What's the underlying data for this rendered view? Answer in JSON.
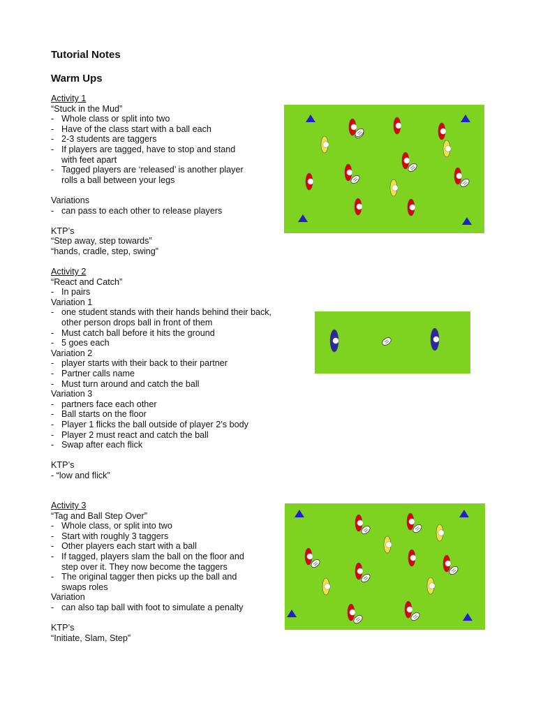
{
  "doc_title": "Tutorial Notes",
  "section_title": "Warm Ups",
  "activity1": {
    "heading": "Activity 1",
    "name": "“Stuck in the Mud”",
    "bullets": [
      "Whole class or split into two",
      "Have of the class start with a ball each",
      "2-3 students are taggers",
      "If players are tagged, have to stop and stand",
      "with feet apart",
      "Tagged players are ‘released’ is another player",
      "rolls a ball between your legs"
    ],
    "variations_heading": "Variations",
    "variations": [
      "can pass to each other to release players"
    ],
    "ktp_heading": "KTP’s",
    "ktps": [
      "“Step away, step towards”",
      "“hands, cradle, step, swing”"
    ]
  },
  "activity2": {
    "heading": "Activity 2",
    "name": "“React and Catch”",
    "intro": "In pairs",
    "v1_heading": "Variation 1",
    "v1": [
      "one student stands with their hands behind their back,",
      "other person drops ball in front of them",
      "Must catch ball before it hits the ground",
      "5 goes each"
    ],
    "v2_heading": "Variation 2",
    "v2": [
      "player starts with their back to their partner",
      "Partner calls name",
      "Must turn around and catch the ball"
    ],
    "v3_heading": "Variation 3",
    "v3": [
      "partners face each other",
      "Ball starts on the floor",
      "Player 1 flicks the ball outside of player 2’s body",
      "Player 2 must react and catch the ball",
      "Swap after each flick"
    ],
    "ktp_heading": "KTP’s",
    "ktp": "- “low and flick”"
  },
  "activity3": {
    "heading": "Activity 3",
    "name": "“Tag and Ball Step Over”",
    "bullets": [
      "Whole class, or split into two",
      "Start with roughly 3 taggers",
      "Other players each start with a ball",
      "If tagged, players slam the ball on the floor and",
      "step over it. They now become the taggers",
      "The original tagger then picks up the ball and",
      "swaps roles"
    ],
    "variation_heading": "Variation",
    "variation": [
      "can also tap ball with foot to simulate a penalty"
    ],
    "ktp_heading": "KTP’s",
    "ktp": "“Initiate, Slam, Step”"
  },
  "colors": {
    "field": "#7ed321",
    "tagger": "#e00000",
    "player": "#f0e040",
    "cone": "#2020d0",
    "partner": "#2a2aa0"
  },
  "diagram_icons": [
    "cone-icon",
    "tagger-player-icon",
    "player-icon",
    "rugby-ball-icon"
  ]
}
